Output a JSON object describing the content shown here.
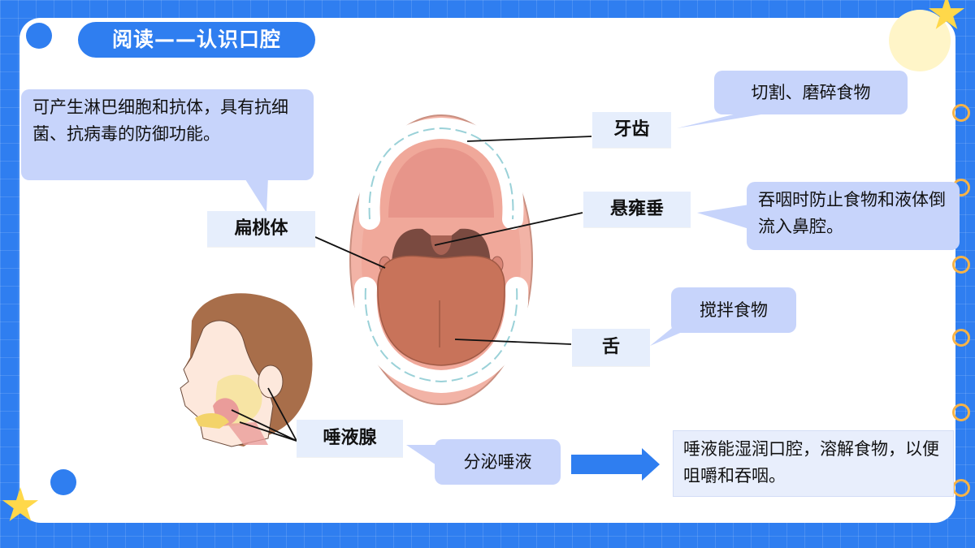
{
  "title": "阅读——认识口腔",
  "labels": {
    "teeth": "牙齿",
    "uvula": "悬雍垂",
    "tonsil": "扁桃体",
    "tongue": "舌",
    "salivary": "唾液腺"
  },
  "bubbles": {
    "teeth": "切割、磨碎食物",
    "uvula": "吞咽时防止食物和液体倒流入鼻腔。",
    "tonsil": "可产生淋巴细胞和抗体，具有抗细菌、抗病毒的防御功能。",
    "tongue": "搅拌食物",
    "salivary": "分泌唾液"
  },
  "note": "唾液能湿润口腔，溶解食物，以便咀嚼和吞咽。"
}
